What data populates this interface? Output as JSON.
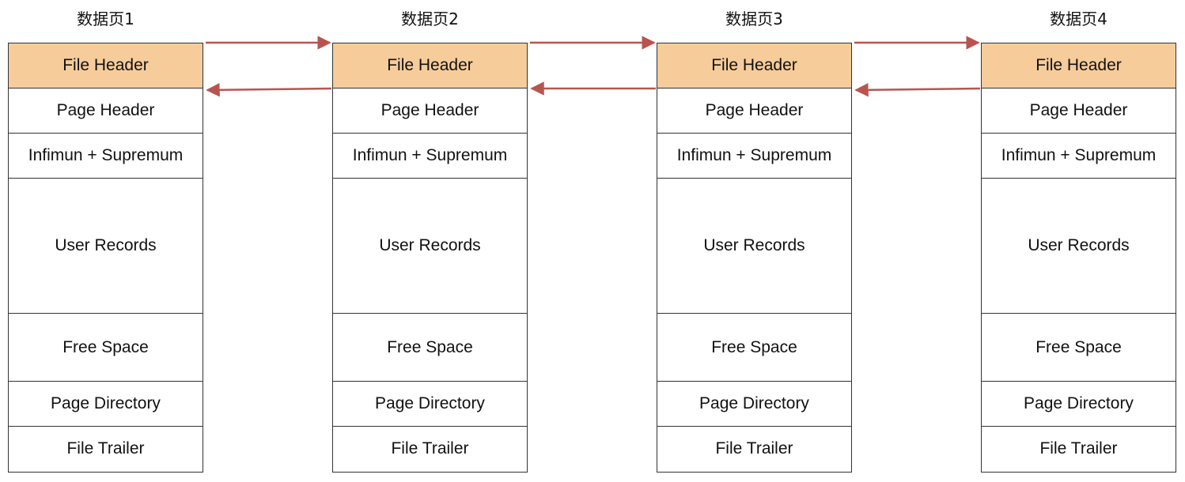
{
  "pages": [
    {
      "title": "数据页1",
      "sections": [
        "File Header",
        "Page Header",
        "Infimun + Supremum",
        "User Records",
        "Free Space",
        "Page Directory",
        "File Trailer"
      ]
    },
    {
      "title": "数据页2",
      "sections": [
        "File Header",
        "Page Header",
        "Infimun + Supremum",
        "User Records",
        "Free Space",
        "Page Directory",
        "File Trailer"
      ]
    },
    {
      "title": "数据页3",
      "sections": [
        "File Header",
        "Page Header",
        "Infimun + Supremum",
        "User Records",
        "Free Space",
        "Page Directory",
        "File Trailer"
      ]
    },
    {
      "title": "数据页4",
      "sections": [
        "File Header",
        "Page Header",
        "Infimun + Supremum",
        "User Records",
        "Free Space",
        "Page Directory",
        "File Trailer"
      ]
    }
  ],
  "colors": {
    "header_fill": "#f6cc9b",
    "border": "#333333",
    "arrow": "#b85450"
  },
  "links": [
    {
      "from": 0,
      "to": 1,
      "direction": "next"
    },
    {
      "from": 1,
      "to": 0,
      "direction": "prev"
    },
    {
      "from": 1,
      "to": 2,
      "direction": "next"
    },
    {
      "from": 2,
      "to": 1,
      "direction": "prev"
    },
    {
      "from": 2,
      "to": 3,
      "direction": "next"
    },
    {
      "from": 3,
      "to": 2,
      "direction": "prev"
    }
  ]
}
